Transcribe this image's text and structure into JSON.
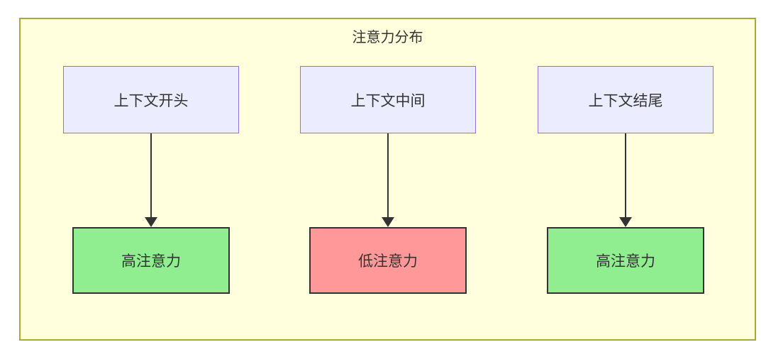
{
  "diagram": {
    "title": "注意力分布",
    "colors": {
      "container_fill": "#ffffde",
      "container_border": "#aaaa33",
      "node_fill": "#ececff",
      "node_border": "#9370db",
      "high_fill": "#90ee90",
      "low_fill": "#ff9999",
      "result_border": "#333333",
      "edge": "#333333",
      "text": "#333333"
    },
    "columns": [
      {
        "source": "上下文开头",
        "result": "高注意力",
        "level": "high"
      },
      {
        "source": "上下文中间",
        "result": "低注意力",
        "level": "low"
      },
      {
        "source": "上下文结尾",
        "result": "高注意力",
        "level": "high"
      }
    ]
  }
}
